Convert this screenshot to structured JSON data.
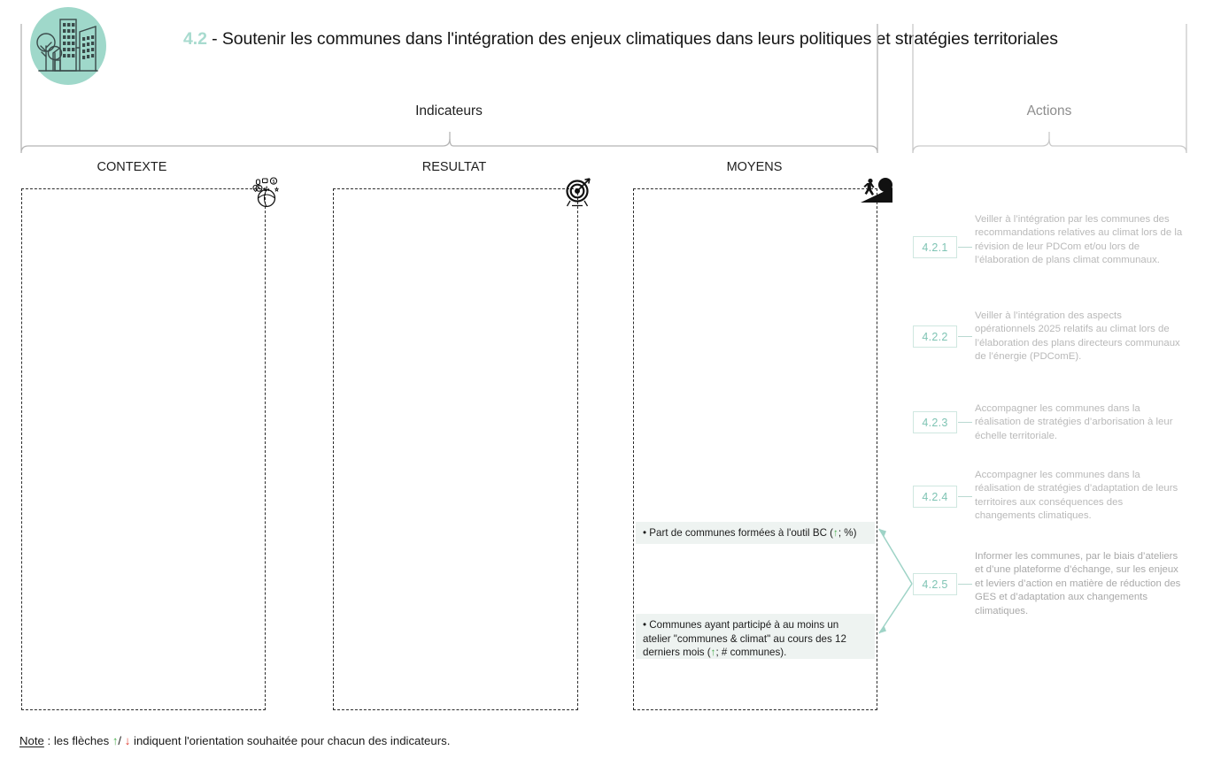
{
  "header": {
    "logo_icon": "city-buildings-trees-icon",
    "number": "4.2",
    "separator": " - ",
    "title": "Soutenir les communes dans l'intégration des enjeux climatiques dans leurs politiques et stratégies territoriales",
    "accent_color": "#a8dbcf",
    "logo_bg_color": "#9fd8ca"
  },
  "groups": {
    "indicators_label": "Indicateurs",
    "actions_label": "Actions"
  },
  "columns": [
    {
      "id": "contexte",
      "header": "CONTEXTE",
      "icon": "globe-context-icon",
      "items": []
    },
    {
      "id": "resultat",
      "header": "RESULTAT",
      "icon": "target-arrow-icon",
      "items": []
    },
    {
      "id": "moyens",
      "header": "MOYENS",
      "icon": "person-pushing-boulder-icon",
      "items": [
        {
          "text_before": "• Part de communes formées à l'outil BC (",
          "arrow": "↑",
          "text_after": "; %)"
        },
        {
          "text_before": "• Communes ayant participé à au moins un atelier \"communes & climat\" au cours des 12 derniers mois (",
          "arrow": "↑",
          "text_after": "; # communes)."
        }
      ]
    }
  ],
  "actions": [
    {
      "code": "4.2.1",
      "text": "Veiller à l’intégration par les communes des recommandations relatives au climat lors de la révision de leur PDCom et/ou lors de l’élaboration de plans climat communaux."
    },
    {
      "code": "4.2.2",
      "text": "Veiller à l’intégration des aspects opérationnels 2025 relatifs au climat lors de l’élaboration des plans directeurs communaux de l’énergie (PDComE)."
    },
    {
      "code": "4.2.3",
      "text": "Accompagner les communes dans la réalisation de stratégies d’arborisation à leur échelle territoriale."
    },
    {
      "code": "4.2.4",
      "text": "Accompagner les communes dans la réalisation de stratégies d’adaptation de leurs territoires aux conséquences des changements climatiques."
    },
    {
      "code": "4.2.5",
      "text": "Informer les communes, par le biais d’ateliers et d’une plateforme d’échange, sur les enjeux et leviers d’action en matière de réduction des GES et d’adaptation aux changements climatiques."
    }
  ],
  "footer": {
    "note_label": "Note",
    "note_part1": " : les flèches ",
    "arrow_up": "↑",
    "note_slash": "/ ",
    "arrow_down": "↓",
    "note_part2": " indiquent l'orientation souhaitée pour chacun des indicateurs.",
    "up_color": "#4caf50",
    "down_color": "#e03c31"
  }
}
